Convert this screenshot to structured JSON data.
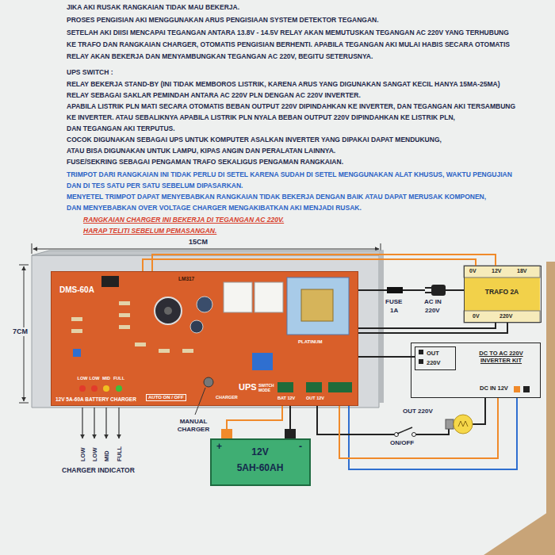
{
  "diagram": {
    "nodes": [
      {
        "text": [
          "DMS-60A",
          "LM317",
          "12V 5A-60A BATTERY CHARGER",
          "AUTO ON / OFF",
          "CHARGER",
          "UPS",
          "SWITCH MODE",
          "BAT 12V",
          "OUT 12V",
          "PLATINUM",
          "LOW",
          "LOW",
          "MID",
          "FULL"
        ]
      },
      {
        "text": [
          "0V",
          "12V",
          "18V",
          "TRAFO 2A",
          "0V",
          "220V"
        ]
      },
      {
        "text": [
          "DC TO AC 220V INVERTER KIT",
          "DC IN 12V"
        ]
      },
      {
        "text": [
          "OUT",
          "220V"
        ],
        "in": 2
      },
      {
        "text": [
          "12V",
          "5AH-60AH",
          "+",
          "-"
        ]
      }
    ],
    "edges": [
      {
        "from": 1,
        "to": 0,
        "arrow": "none"
      },
      {
        "from": 1,
        "to": 0,
        "arrow": "none"
      },
      {
        "from": 0,
        "to": 3,
        "arrow": "none"
      },
      {
        "from": 0,
        "to": 2,
        "arrow": "none"
      },
      {
        "from": 0,
        "to": 4,
        "arrow": "none"
      }
    ],
    "labels": [
      "JIKA AKI RUSAK RANGKAIAN TIDAK MAU BEKERJA.",
      "PROSES PENGISIAN AKI MENGGUNAKAN ARUS PENGISIAAN SYSTEM DETEKTOR TEGANGAN.",
      "SETELAH AKI DIISI MENCAPAI TEGANGAN ANTARA 13.8V - 14.5V RELAY AKAN MEMUTUSKAN TEGANGAN AC 220V YANG TERHUBUNG",
      "KE TRAFO DAN RANGKAIAN CHARGER, OTOMATIS PENGISIAN BERHENTI. APABILA TEGANGAN AKI MULAI HABIS SECARA OTOMATIS",
      "RELAY AKAN BEKERJA DAN MENYAMBUNGKAN TEGANGAN AC 220V, BEGITU SETERUSNYA.",
      "UPS SWITCH :",
      "RELAY BEKERJA STAND-BY (INI TIDAK MEMBOROS LISTRIK, KARENA ARUS YANG DIGUNAKAN SANGAT KECIL HANYA 15MA-25MA)",
      "RELAY SEBAGAI SAKLAR PEMINDAH ANTARA AC 220V PLN DENGAN AC 220V INVERTER.",
      "APABILA LISTRIK PLN MATI SECARA OTOMATIS BEBAN OUTPUT 220V DIPINDAHKAN KE INVERTER, DAN TEGANGAN AKI TERSAMBUNG",
      "KE INVERTER. ATAU SEBALIKNYA APABILA LISTRIK PLN NYALA BEBAN OUTPUT 220V DIPINDAHKAN KE LISTRIK PLN,",
      "DAN TEGANGAN AKI TERPUTUS.",
      "COCOK DIGUNAKAN SEBAGAI UPS UNTUK KOMPUTER ASALKAN INVERTER YANG DIPAKAI DAPAT MENDUKUNG,",
      "ATAU BISA DIGUNAKAN UNTUK LAMPU, KIPAS ANGIN DAN PERALATAN LAINNYA.",
      "FUSE/SEKRING SEBAGAI PENGAMAN TRAFO SEKALIGUS PENGAMAN RANGKAIAN.",
      "TRIMPOT DARI RANGKAIAN INI TIDAK PERLU DI SETEL KARENA SUDAH DI SETEL MENGGUNAKAN ALAT KHUSUS, WAKTU PENGUJIAN",
      "DAN DI TES SATU PER SATU SEBELUM DIPASARKAN.",
      "MENYETEL TRIMPOT DAPAT MENYEBABKAN RANGKAIAN TIDAK BEKERJA DENGAN BAIK ATAU DAPAT MERUSAK KOMPONEN,",
      "DAN MENYEBABKAN OVER VOLTAGE CHARGER MENGAKIBATKAN AKI MENJADI RUSAK.",
      "RANGKAIAN CHARGER INI BEKERJA DI TEGANGAN AC 220V.",
      "HARAP TELITI SEBELUM PEMASANGAN.",
      "15CM",
      "7CM",
      "FUSE",
      "1A",
      "AC IN",
      "220V",
      "OUT 220V",
      "ON/OFF",
      "MANUAL CHARGER",
      "LOW",
      "LOW",
      "MID",
      "FULL",
      "CHARGER INDICATOR"
    ]
  }
}
